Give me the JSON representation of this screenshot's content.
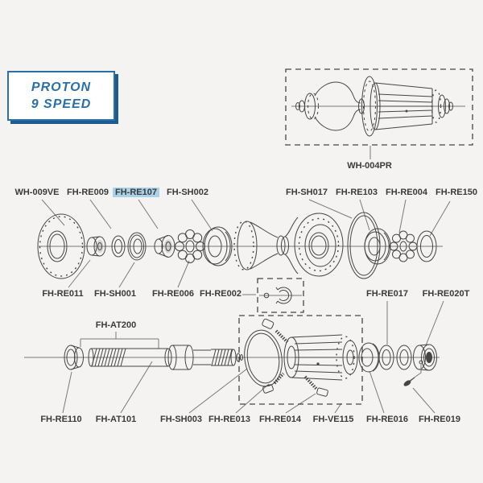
{
  "colors": {
    "bg": "#f4f3f1",
    "accent": "#2a6fa8",
    "accent-dark": "#1c5c92",
    "highlight": "#a9d2e8",
    "line": "#454545",
    "leader": "#7a7a7a",
    "labelc": "#3a3a3a"
  },
  "title": {
    "line1": "PROTON",
    "line2": "9 SPEED"
  },
  "assembled": {
    "label": "WH-004PR"
  },
  "highlighted_part": "FH-RE107",
  "parts": {
    "wh009ve": "WH-009VE",
    "fhre009": "FH-RE009",
    "fhre107": "FH-RE107",
    "fhsh002": "FH-SH002",
    "fhsh017": "FH-SH017",
    "fhre103": "FH-RE103",
    "fhre004": "FH-RE004",
    "fhre150": "FH-RE150",
    "fhre011": "FH-RE011",
    "fhsh001": "FH-SH001",
    "fhre006": "FH-RE006",
    "fhre002": "FH-RE002",
    "fhre017": "FH-RE017",
    "fhre020t": "FH-RE020T",
    "fhat200": "FH-AT200",
    "fhre110": "FH-RE110",
    "fhat101": "FH-AT101",
    "fhsh003": "FH-SH003",
    "fhre013": "FH-RE013",
    "fhre014": "FH-RE014",
    "fhve115": "FH-VE115",
    "fhre016": "FH-RE016",
    "fhre019": "FH-RE019"
  }
}
